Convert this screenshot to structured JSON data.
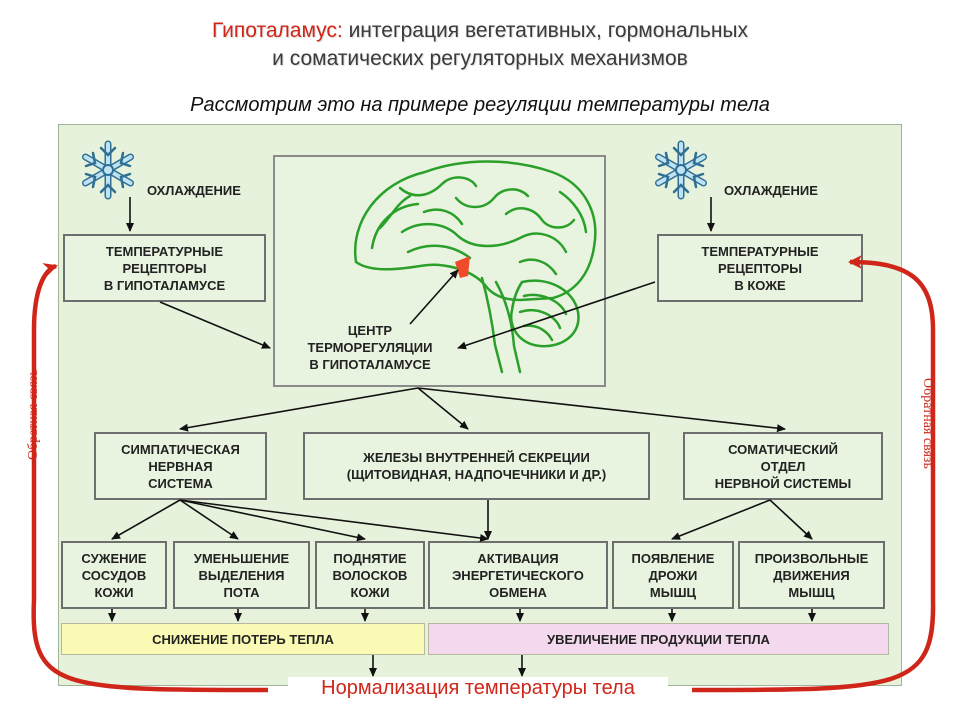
{
  "title": {
    "accent": "Гипоталамус:",
    "rest": "интеграция вегетативных, гормональных",
    "line2": "и соматических регуляторных механизмов"
  },
  "subtitle": "Рассмотрим это на примере регуляции температуры тела",
  "cooling_left": "ОХЛАЖДЕНИЕ",
  "cooling_right": "ОХЛАЖДЕНИЕ",
  "receptors_hypothalamus": "ТЕМПЕРАТУРНЫЕ\nРЕЦЕПТОРЫ\nВ ГИПОТАЛАМУСЕ",
  "receptors_skin": "ТЕМПЕРАТУРНЫЕ\nРЕЦЕПТОРЫ\nВ КОЖЕ",
  "center": "ЦЕНТР\nТЕРМОРЕГУЛЯЦИИ\nВ ГИПОТАЛАМУСЕ",
  "systems": {
    "sympathetic": "СИМПАТИЧЕСКАЯ\nНЕРВНАЯ\nСИСТЕМА",
    "glands": "ЖЕЛЕЗЫ ВНУТРЕННЕЙ СЕКРЕЦИИ\n(ЩИТОВИДНАЯ, НАДПОЧЕЧНИКИ И ДР.)",
    "somatic": "СОМАТИЧЕСКИЙ\nОТДЕЛ\nНЕРВНОЙ СИСТЕМЫ"
  },
  "effects": [
    "СУЖЕНИЕ\nСОСУДОВ\nКОЖИ",
    "УМЕНЬШЕНИЕ\nВЫДЕЛЕНИЯ\nПОТА",
    "ПОДНЯТИЕ\nВОЛОСКОВ\nКОЖИ",
    "АКТИВАЦИЯ\nЭНЕРГЕТИЧЕСКОГО\nОБМЕНА",
    "ПОЯВЛЕНИЕ\nДРОЖИ\nМЫШЦ",
    "ПРОИЗВОЛЬНЫЕ\nДВИЖЕНИЯ\nМЫШЦ"
  ],
  "heat_loss": "СНИЖЕНИЕ ПОТЕРЬ ТЕПЛА",
  "heat_production": "УВЕЛИЧЕНИЕ ПРОДУКЦИИ ТЕПЛА",
  "feedback_left": "Обратная связь",
  "feedback_right": "Обратная связь",
  "normalization": "Нормализация температуры тела",
  "colors": {
    "accent_red": "#d0261a",
    "panel_green": "#e6f2dc",
    "brain_green": "#2aa02a",
    "snowflake_blue": "#6fb4d8",
    "heat_loss_bar": "#fafab4",
    "heat_production_bar": "#f4d8ee"
  },
  "icons": [
    "snowflake-icon",
    "brain-icon",
    "feedback-arrow"
  ]
}
